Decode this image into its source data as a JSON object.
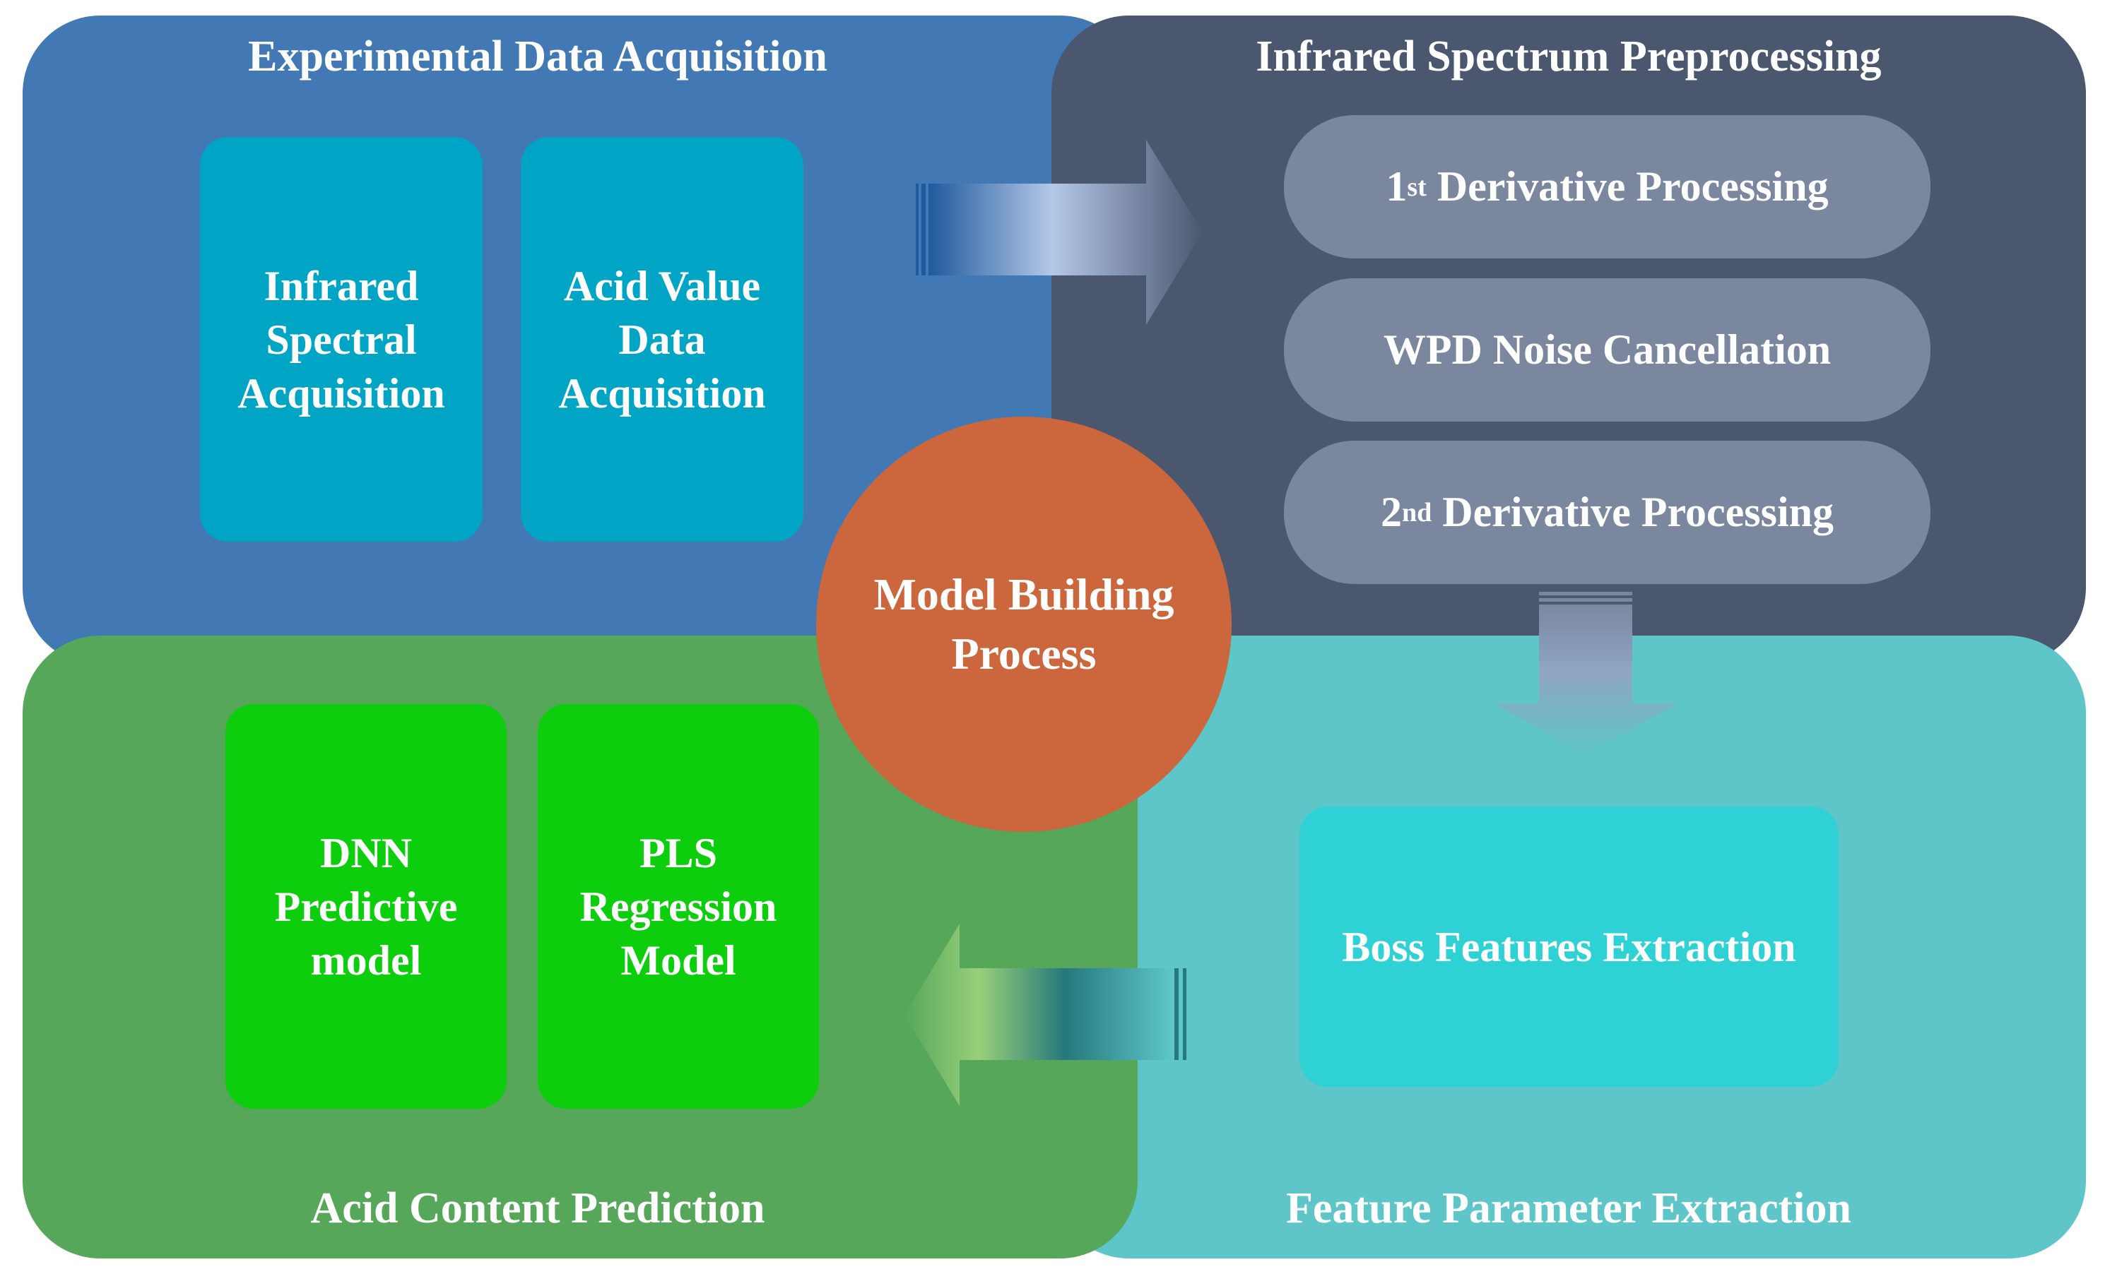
{
  "quadrants": {
    "experimental": {
      "title": "Experimental Data Acquisition",
      "cards": [
        {
          "line1": "Infrared",
          "line2": "Spectral",
          "line3": "Acquisition"
        },
        {
          "line1": "Acid Value",
          "line2": "Data",
          "line3": "Acquisition"
        }
      ]
    },
    "preprocessing": {
      "title": "Infrared Spectrum Preprocessing",
      "steps": [
        {
          "num": "1",
          "sup": "st",
          "text": "Derivative Processing"
        },
        {
          "text": "WPD Noise Cancellation"
        },
        {
          "num": "2",
          "sup": "nd",
          "text": "Derivative Processing"
        }
      ]
    },
    "feature": {
      "title": "Feature Parameter Extraction",
      "card": "Boss Features Extraction"
    },
    "prediction": {
      "title": "Acid Content Prediction",
      "cards": [
        {
          "line1": "DNN",
          "line2": "Predictive",
          "line3": "model"
        },
        {
          "line1": "PLS",
          "line2": "Regression",
          "line3": "Model"
        }
      ]
    }
  },
  "center": {
    "line1": "Model Building",
    "line2": "Process"
  },
  "colors": {
    "experimental_bg": "#4279b4",
    "preprocessing_bg": "#4a576f",
    "feature_bg": "#5ec5c8",
    "prediction_bg": "#56a75a",
    "teal_card": "#00a5c5",
    "pill": "#7b879f",
    "cyan_card": "#2ed2d4",
    "green_card": "#0cce0c",
    "center": "#cc663c"
  }
}
